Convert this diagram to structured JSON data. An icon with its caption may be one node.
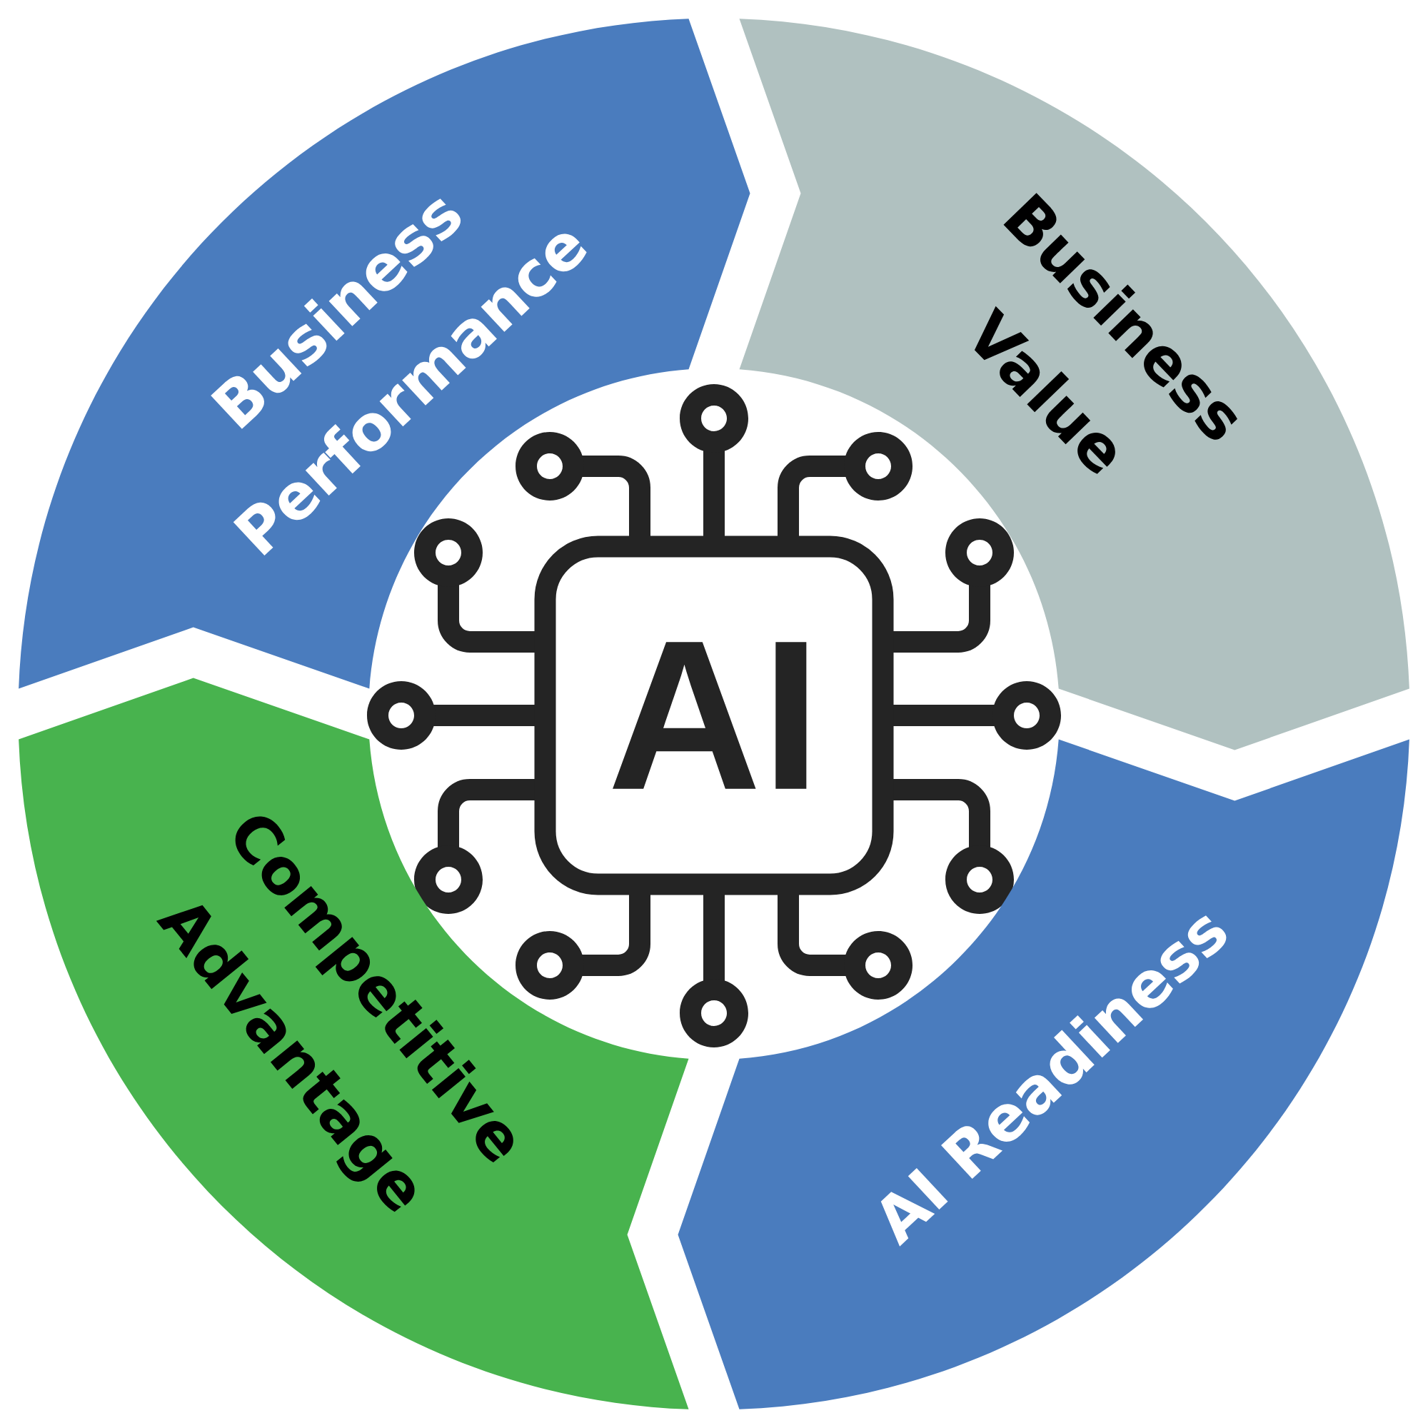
{
  "diagram": {
    "nodes": [
      {
        "text": [
          "Business Performance"
        ]
      },
      {
        "text": [
          "Business Value"
        ]
      },
      {
        "text": [
          "AI Readiness"
        ]
      },
      {
        "text": [
          "Competitive Advantage"
        ]
      },
      {
        "text": [
          "AI"
        ]
      }
    ]
  }
}
